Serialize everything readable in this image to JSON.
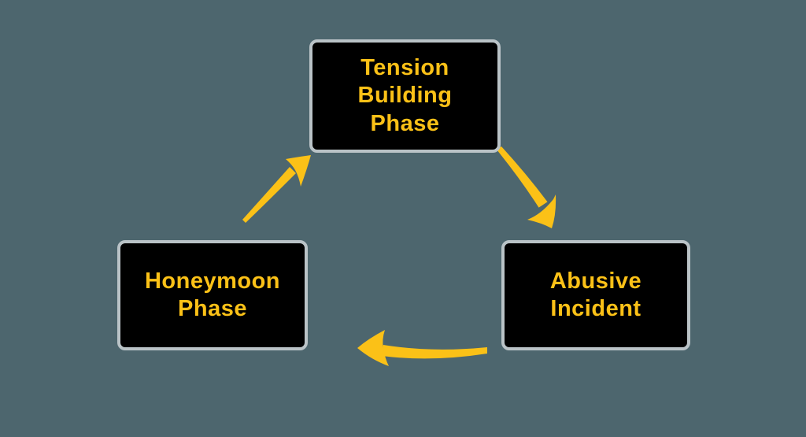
{
  "diagram": {
    "type": "cycle",
    "nodes": [
      {
        "id": "tension-building-phase",
        "label": "Tension Building Phase"
      },
      {
        "id": "abusive-incident",
        "label": "Abusive Incident"
      },
      {
        "id": "honeymoon-phase",
        "label": "Honeymoon Phase"
      }
    ],
    "edges": [
      {
        "from": "tension-building-phase",
        "to": "abusive-incident",
        "style": "curved-hand-drawn-arrow"
      },
      {
        "from": "abusive-incident",
        "to": "honeymoon-phase",
        "style": "curved-hand-drawn-arrow"
      },
      {
        "from": "honeymoon-phase",
        "to": "tension-building-phase",
        "style": "curved-hand-drawn-arrow"
      }
    ]
  },
  "colors": {
    "background": "#4D666E",
    "node-fill": "#000000",
    "node-border": "#BAC3C7",
    "accent": "#FBC117"
  }
}
